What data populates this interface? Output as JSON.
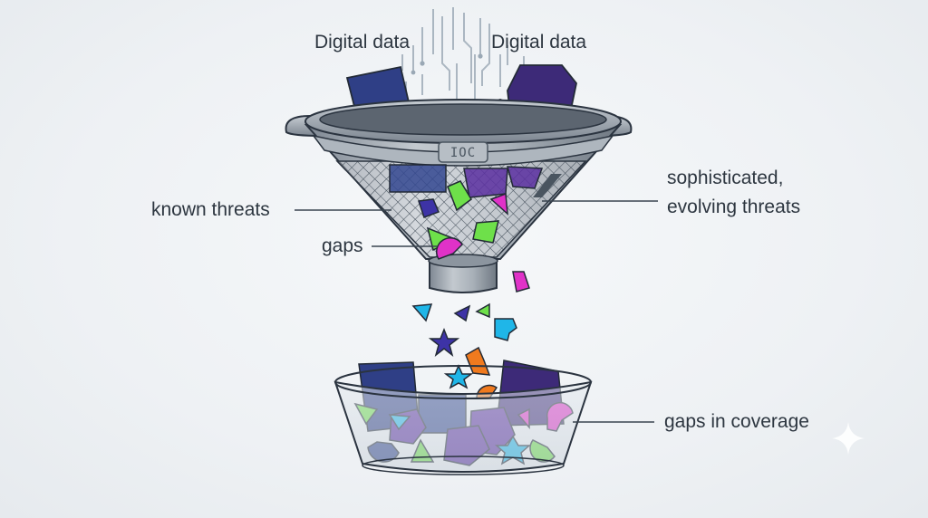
{
  "labels": {
    "digital_data_left": "Digital data",
    "digital_data_right": "Digital data",
    "known_threats": "known threats",
    "gaps": "gaps",
    "sophisticated_line1": "sophisticated,",
    "sophisticated_line2": "evolving threats",
    "gaps_in_coverage": "gaps in coverage",
    "funnel_badge": "IOC"
  },
  "colors": {
    "navy": "#2f3f86",
    "deep_purple": "#3d2a78",
    "violet": "#5a2fa0",
    "green": "#6ee04a",
    "magenta": "#e032c8",
    "cyan": "#1fb6e8",
    "orange": "#f07a1e",
    "funnel_metal": "#9aa3ad",
    "outline": "#2b3440"
  },
  "icons": {
    "sparkle": "sparkle-icon"
  }
}
